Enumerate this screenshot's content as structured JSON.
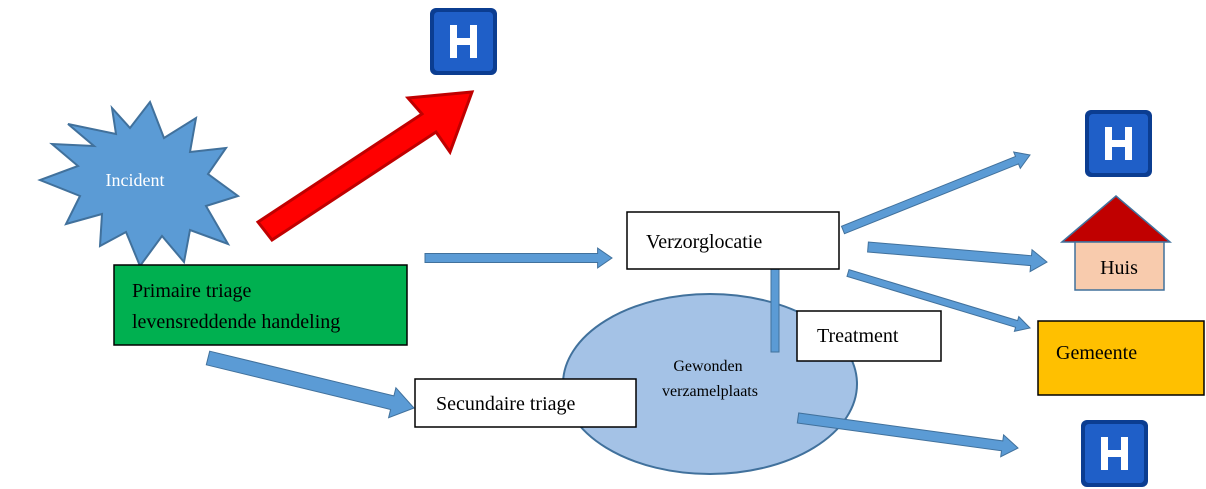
{
  "diagram": {
    "nodes": {
      "incident": {
        "label": "Incident",
        "fill": "#5b9bd5",
        "stroke": "#41719c",
        "text_color": "#ffffff"
      },
      "primary": {
        "line1": "Primaire triage",
        "line2": "levensreddende handeling",
        "fill": "#00b050",
        "stroke": "#000000"
      },
      "secondary": {
        "label": "Secundaire triage",
        "fill": "#ffffff",
        "stroke": "#000000"
      },
      "collection": {
        "line1": "Gewonden",
        "line2": "verzamelplaats",
        "fill": "#a4c2e6",
        "stroke": "#41719c"
      },
      "treatment": {
        "label": "Treatment",
        "fill": "#ffffff",
        "stroke": "#000000"
      },
      "care": {
        "label": "Verzorglocatie",
        "fill": "#ffffff",
        "stroke": "#000000"
      },
      "home": {
        "label": "Huis",
        "roof": "#c00000",
        "wall": "#f8cbad",
        "stroke": "#41719c"
      },
      "municipality": {
        "label": "Gemeente",
        "fill": "#ffc000",
        "stroke": "#000000"
      }
    },
    "hospital_icon": {
      "letter": "H",
      "bg": "#1f5fc8",
      "frame": "#0b3d91"
    },
    "colors": {
      "arrow": "#5b9bd5",
      "arrow_outline": "#41719c",
      "urgent_arrow": "#ff0000",
      "urgent_outline": "#c00000"
    }
  }
}
